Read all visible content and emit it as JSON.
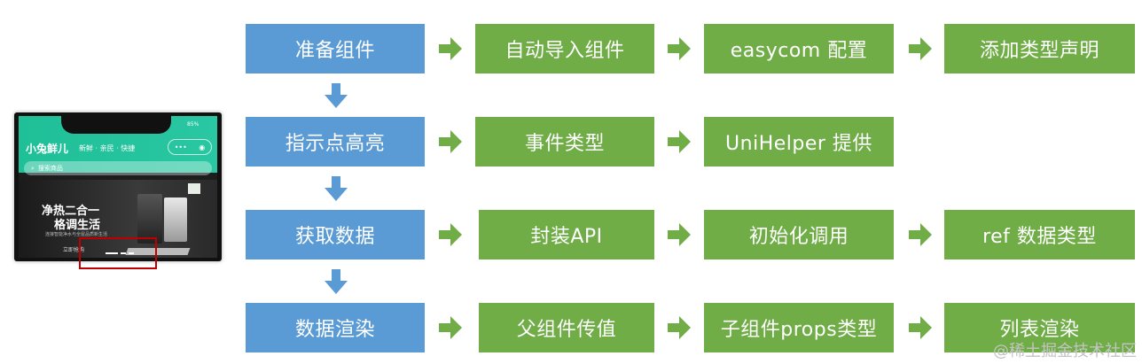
{
  "phone": {
    "battery": "85%",
    "app_logo": "小兔鲜儿",
    "slogan": "新鲜 · 亲民 · 快捷",
    "capsule_more": "•••",
    "capsule_close": "◉",
    "search_placeholder": "搜索商品",
    "banner_title_1": "净热二合一",
    "banner_title_2": "格调生活",
    "banner_subtitle": "连接智能净水与全屋品质新生活",
    "banner_button": "立即抢购"
  },
  "flow": {
    "rows": [
      {
        "main": "准备组件",
        "steps": [
          "自动导入组件",
          "easycom 配置",
          "添加类型声明"
        ]
      },
      {
        "main": "指示点高亮",
        "steps": [
          "事件类型",
          "UniHelper 提供"
        ]
      },
      {
        "main": "获取数据",
        "steps": [
          "封装API",
          "初始化调用",
          "ref 数据类型"
        ]
      },
      {
        "main": "数据渲染",
        "steps": [
          "父组件传值",
          "子组件props类型",
          "列表渲染"
        ]
      }
    ]
  },
  "colors": {
    "main_box": "#5b9bd5",
    "step_box": "#70ad47",
    "highlight_frame": "#c00000"
  },
  "watermark": "@稀土掘金技术社区"
}
